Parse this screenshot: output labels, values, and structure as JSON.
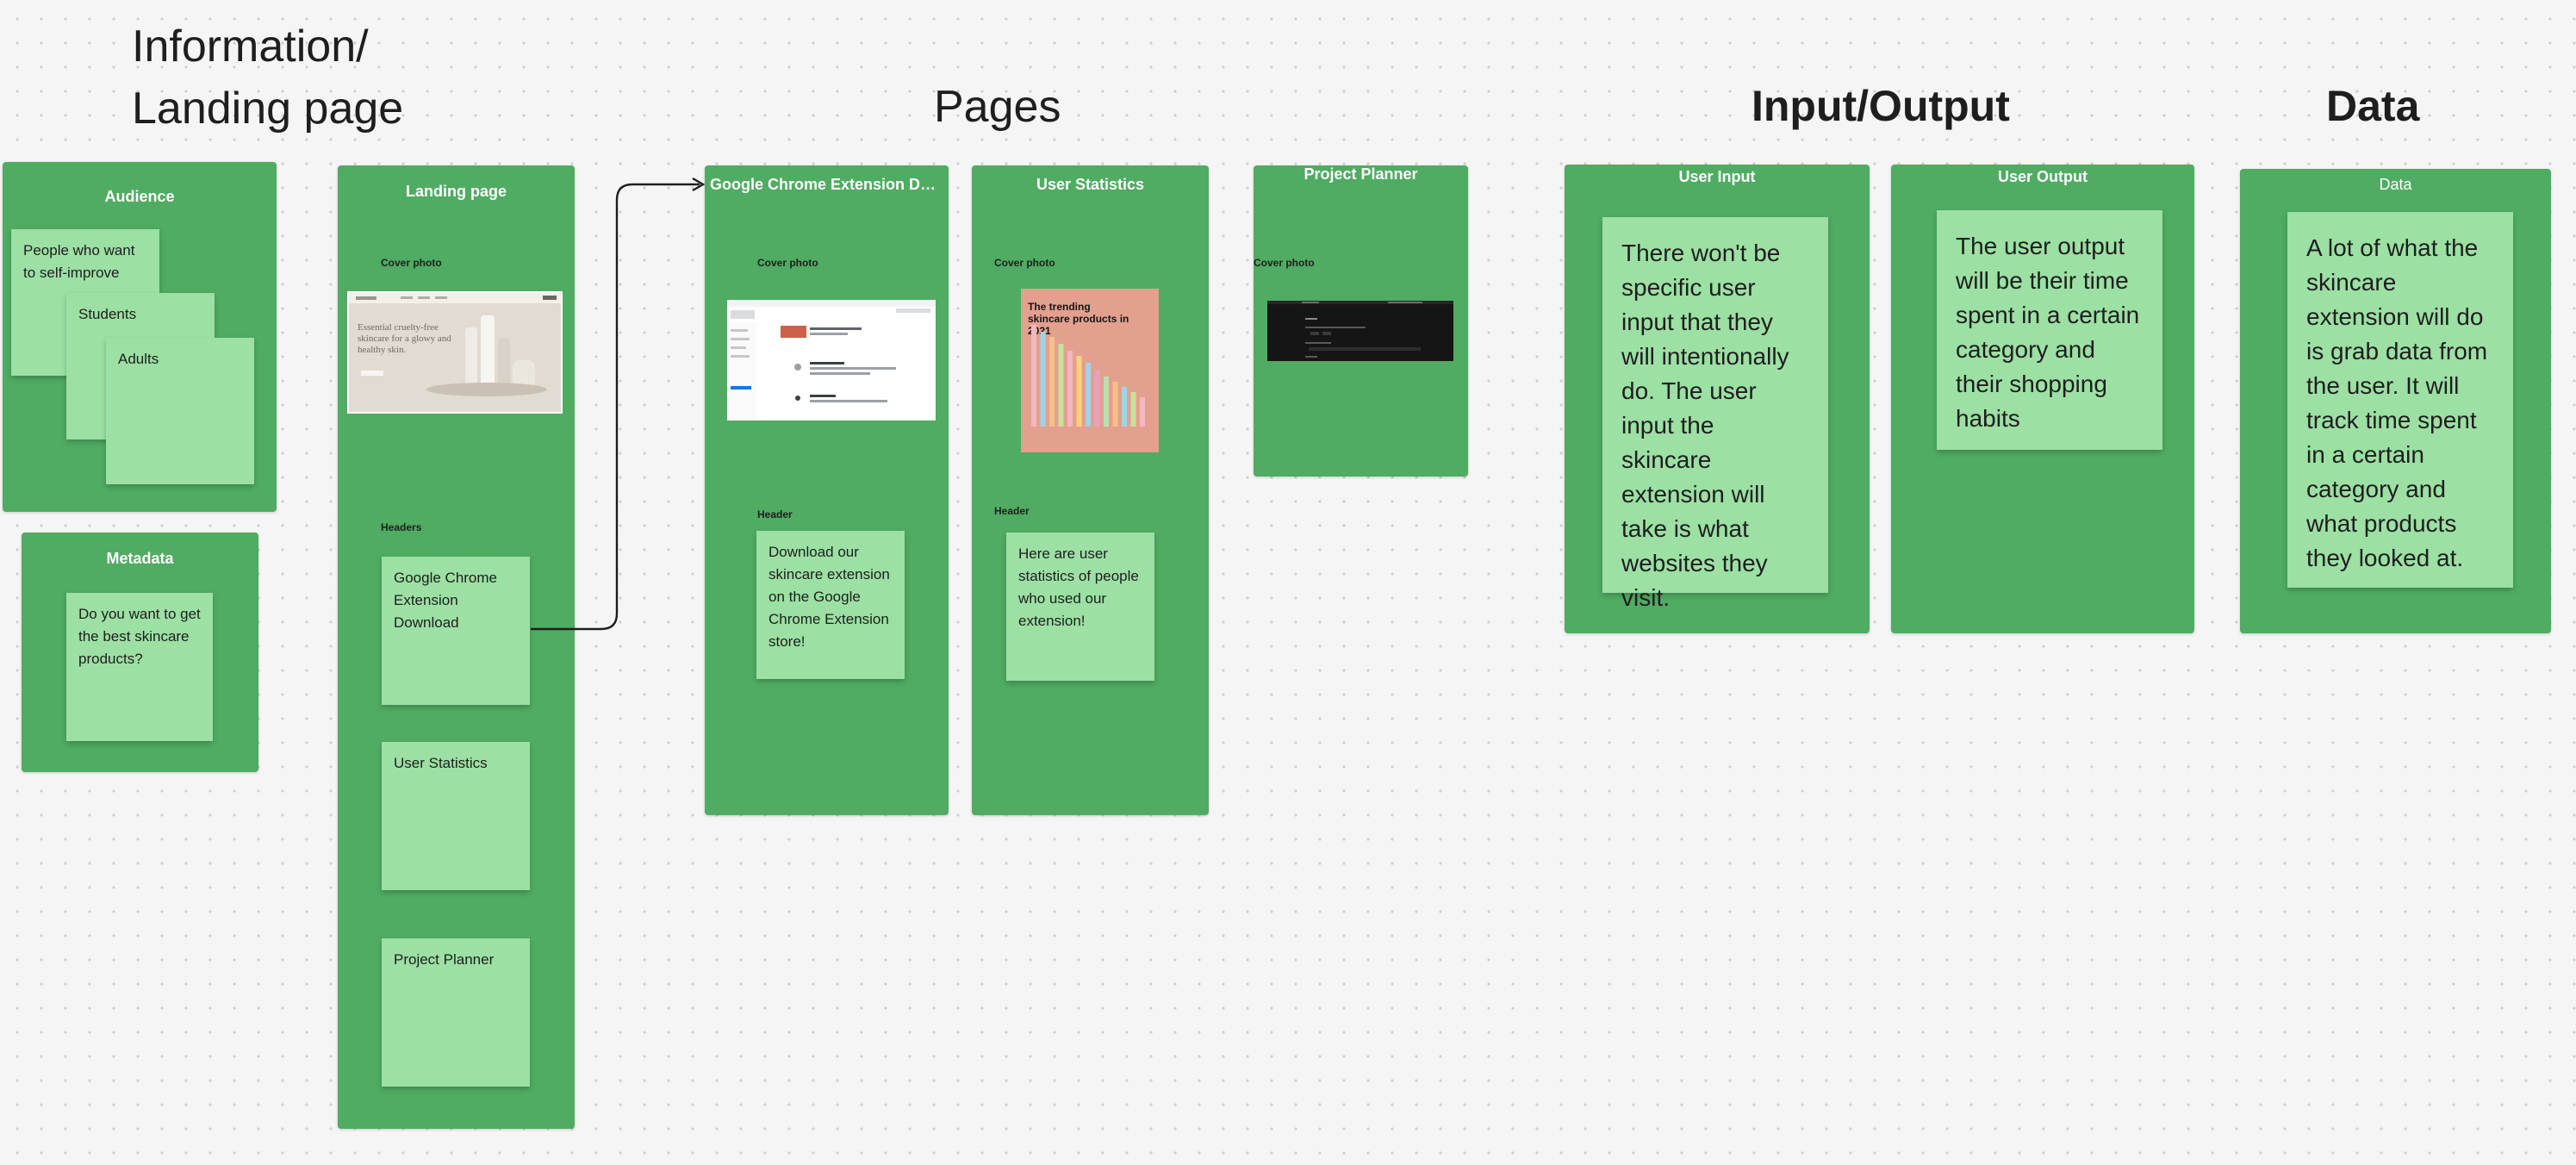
{
  "headings": {
    "info_line1": "Information/",
    "info_line2": "Landing page",
    "pages": "Pages",
    "io": "Input/Output",
    "data": "Data"
  },
  "audience": {
    "title": "Audience",
    "notes": [
      "People who want to self-improve",
      "Students",
      "Adults"
    ]
  },
  "metadata": {
    "title": "Metadata",
    "note": "Do you want to get the best skincare products?"
  },
  "landing": {
    "title": "Landing page",
    "cover_label": "Cover photo",
    "cover_text": "Essential cruelty-free skincare for a glowy and healthy skin.",
    "headers_label": "Headers",
    "headers": [
      "Google Chrome Extension Download",
      "User Statistics",
      "Project Planner"
    ]
  },
  "chrome_page": {
    "title": "Google Chrome Extension Dow...",
    "cover_label": "Cover photo",
    "header_label": "Header",
    "header_note": "Download our skincare extension on the Google Chrome Extension store!"
  },
  "stats_page": {
    "title": "User Statistics",
    "cover_label": "Cover photo",
    "cover_title": "The trending skincare products in 2021",
    "header_label": "Header",
    "header_note": "Here are user statistics of people who used our extension!"
  },
  "planner_page": {
    "title": "Project Planner",
    "cover_label": "Cover photo"
  },
  "user_input": {
    "title": "User Input",
    "note": "There won't be specific user input that they will intentionally do. The user input the skincare extension will take is what websites they visit."
  },
  "user_output": {
    "title": "User Output",
    "note": "The user output will be their time spent in a certain category and their shopping habits"
  },
  "data_section": {
    "title": "Data",
    "note": "A lot of what the skincare extension will do is grab data from the user. It will track time spent in a certain category and what products they looked at."
  },
  "colors": {
    "section_green": "#4fac62",
    "sticky_green": "#9ce0a4",
    "canvas": "#f5f5f5"
  }
}
